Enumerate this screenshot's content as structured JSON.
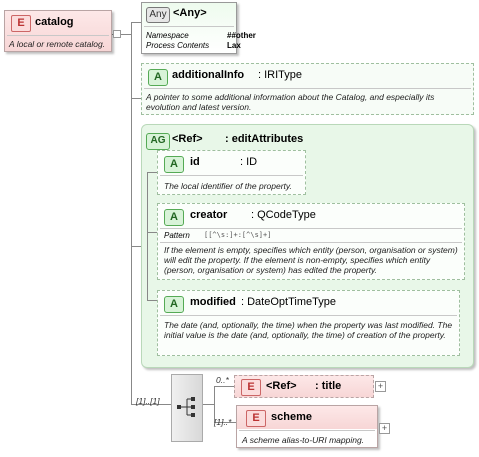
{
  "root": {
    "badge": "E",
    "name": "catalog",
    "description": "A local or remote catalog."
  },
  "any": {
    "badge": "Any",
    "title": "<Any>",
    "rows": [
      {
        "label": "Namespace",
        "value": "##other"
      },
      {
        "label": "Process Contents",
        "value": "Lax"
      }
    ]
  },
  "additionalInfo": {
    "badge": "A",
    "name": "additionalInfo",
    "type": ": IRIType",
    "description": "A pointer to some additional information about the Catalog, and especially its evolution and latest version."
  },
  "editAttributes": {
    "badge": "AG",
    "ref": "<Ref>",
    "name": ": editAttributes",
    "id": {
      "badge": "A",
      "name": "id",
      "type": ": ID",
      "description": "The local identifier of the property."
    },
    "creator": {
      "badge": "A",
      "name": "creator",
      "type": ": QCodeType",
      "pattern_label": "Pattern",
      "pattern_value": "[[^\\s:]+:[^\\s]+]",
      "description": "If the element is empty, specifies which entity (person, organisation or system) will edit the property. If the element is non-empty, specifies which entity (person, organisation or system) has edited the property."
    },
    "modified": {
      "badge": "A",
      "name": "modified",
      "type": ": DateOptTimeType",
      "description": "The date (and, optionally, the time) when the property was last modified. The initial value is the date (and, optionally, the time) of creation of the property."
    }
  },
  "sequence": {
    "cardinality": "[1]..[1]",
    "title_ref": {
      "cardinality": "0..*",
      "badge": "E",
      "ref": "<Ref>",
      "name": ": title"
    },
    "scheme": {
      "cardinality": "[1]..*",
      "badge": "E",
      "name": "scheme",
      "description": "A scheme alias-to-URI mapping."
    }
  },
  "icons": [
    "element-badge",
    "attribute-badge",
    "any-badge",
    "attribute-group-badge",
    "sequence-icon",
    "expand-plus-icon"
  ]
}
